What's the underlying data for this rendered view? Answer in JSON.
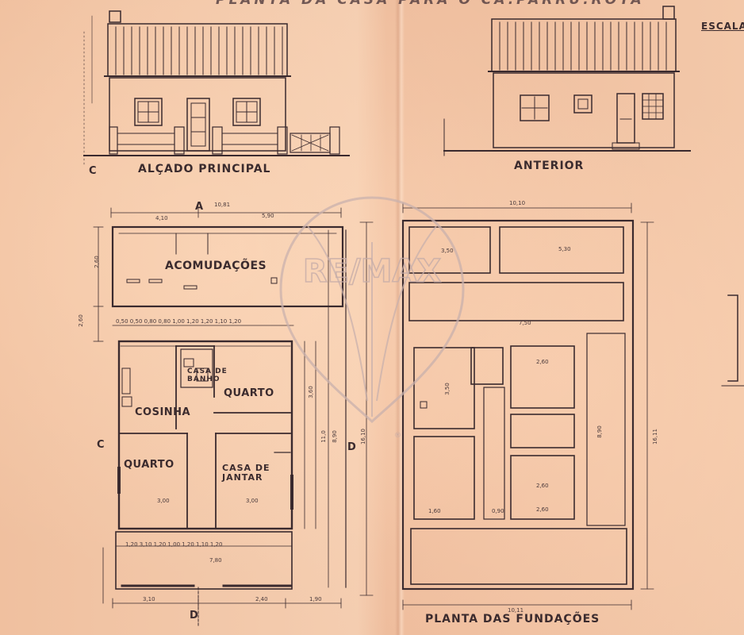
{
  "header": {
    "title": "PLANTA DA CASA PARA O CA.PARRU.ROTA",
    "scale_label": "ESCALA"
  },
  "views": {
    "front_elevation": "ALÇADO PRINCIPAL",
    "back_elevation": "ANTERIOR",
    "foundation_plan": "PLANTA DAS FUNDAÇÕES"
  },
  "section_marks": {
    "a": "A",
    "c_top": "C",
    "c_mid": "C",
    "d_right": "D",
    "d_bottom": "D"
  },
  "rooms": {
    "acomodacoes": "ACOMUDAÇÕES",
    "casa_banho": "CASA DE\nBANHO",
    "quarto_1": "QUARTO",
    "cozinha": "COSINHA",
    "quarto_2": "QUARTO",
    "casa_jantar": "CASA DE\nJANTAR"
  },
  "dimensions": {
    "top_total": "10,81",
    "top_left": "4,10",
    "top_right": "5,90",
    "left_1": "2,60",
    "left_2": "2,60",
    "interior_row": "0,50  0,50  0,80  0,80  1,00  1,20  1,20  1,10  1,20",
    "quarto_w": "3,00",
    "cozinha_w": "3,00",
    "bottom_row": "1,20  3,10  1,20  1,00  1,20  1,10  1,20",
    "bottom_total": "7,80",
    "bottom_left": "3,10",
    "bottom_right": "2,40",
    "bottom_far": "1,90",
    "right_1": "3,60",
    "right_2": "11,0",
    "right_3": "8,90",
    "right_4": "16,10",
    "found_top": "10,10",
    "found_1": "3,50",
    "found_2": "5,30",
    "found_3": "7,50",
    "found_4": "2,60",
    "found_5": "3,50",
    "found_6": "2,60",
    "found_7": "1,60",
    "found_8": "0,90",
    "found_9": "2,60",
    "found_bottom": "10,11",
    "found_right": "16,11",
    "found_right2": "8,90"
  },
  "watermark": {
    "text": "RE/MAX",
    "mark": "®"
  },
  "colors": {
    "paper": "#f2c6a6",
    "ink": "#3a2a2a",
    "watermark": "#c7b2b0"
  }
}
